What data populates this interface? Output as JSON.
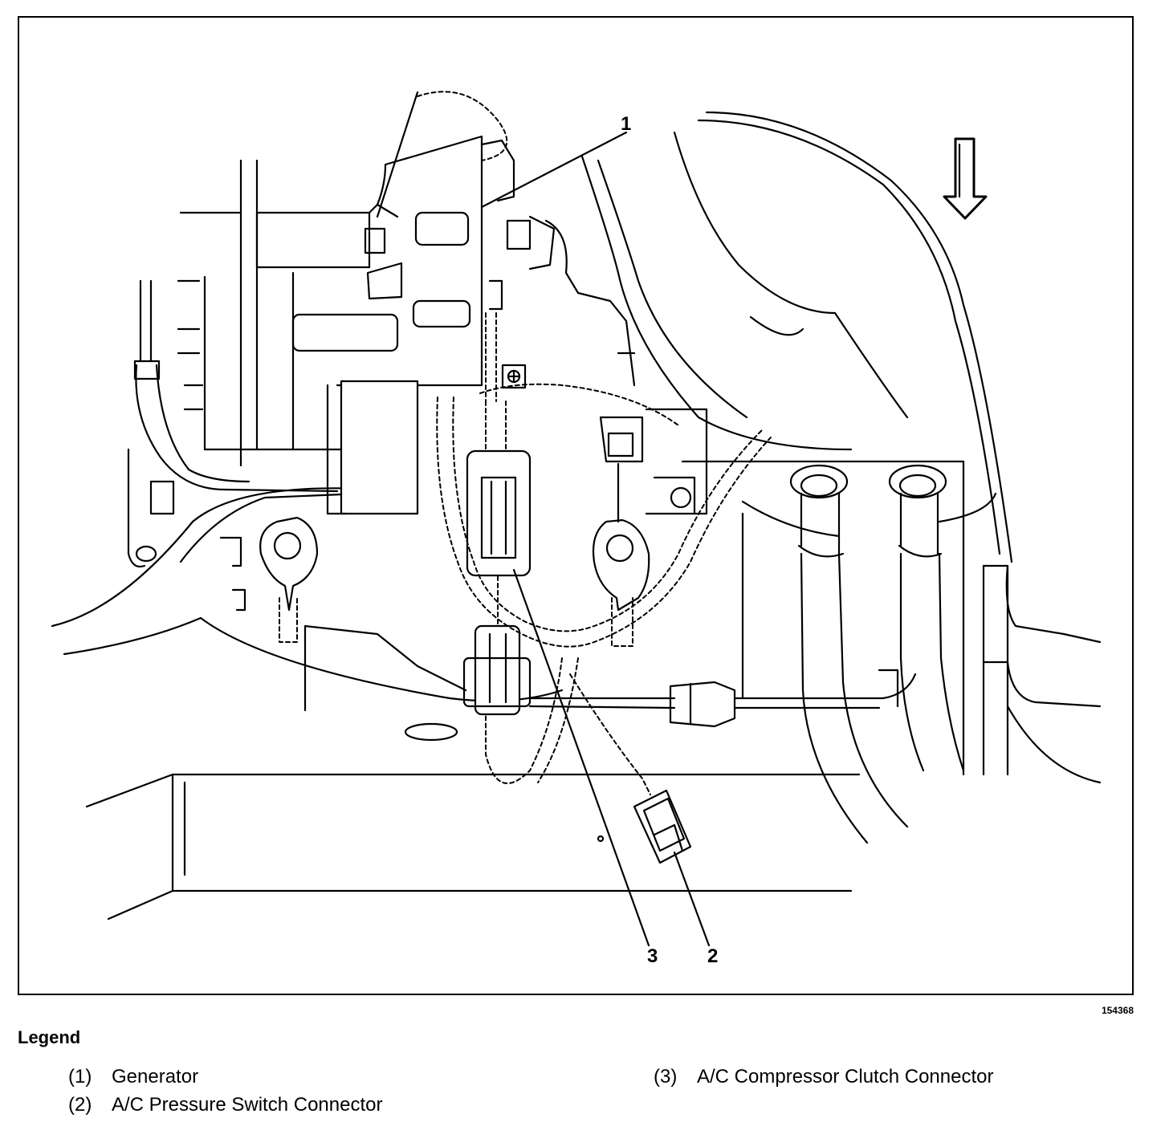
{
  "figure": {
    "figure_id": "154368",
    "callouts": [
      "1",
      "2",
      "3"
    ]
  },
  "legend": {
    "title": "Legend",
    "items": [
      {
        "number": "(1)",
        "label": "Generator"
      },
      {
        "number": "(2)",
        "label": "A/C Pressure Switch Connector"
      },
      {
        "number": "(3)",
        "label": "A/C Compressor Clutch Connector"
      }
    ]
  }
}
